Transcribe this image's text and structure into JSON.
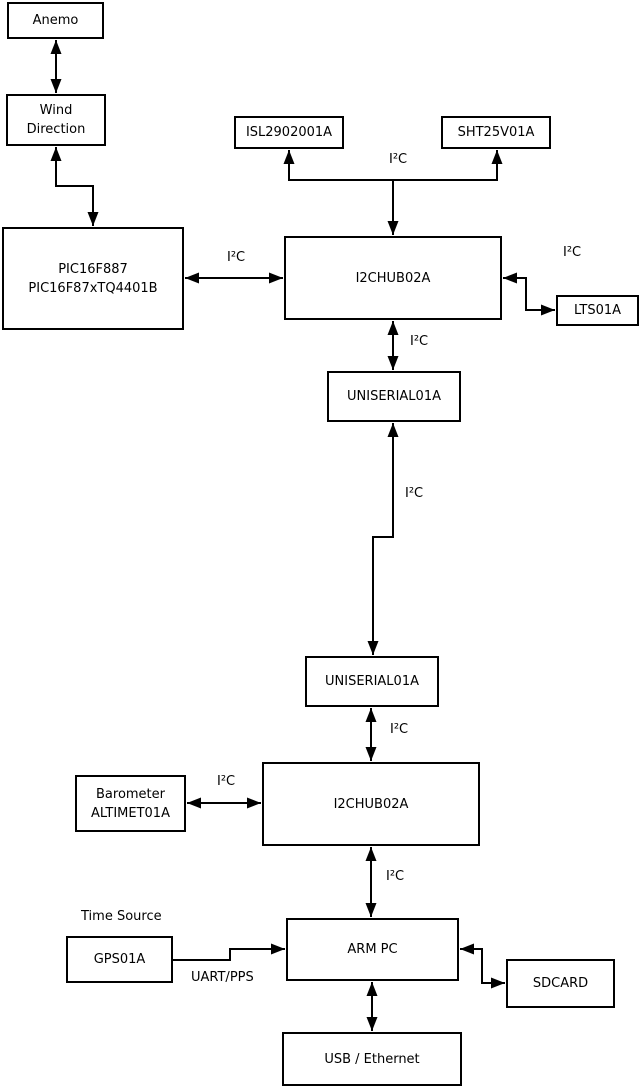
{
  "diagram": {
    "colors": {
      "line": "#000000",
      "background": "#ffffff",
      "box_fill": "#ffffff",
      "text": "#000000"
    },
    "nodes": {
      "anemo": {
        "label": "Anemo"
      },
      "wind_direction": {
        "line1": "Wind",
        "line2": "Direction"
      },
      "pic": {
        "line1": "PIC16F887",
        "line2": "PIC16F87xTQ4401B"
      },
      "isl2902001a": {
        "label": "ISL2902001A"
      },
      "sht25v01a": {
        "label": "SHT25V01A"
      },
      "i2chub_upper": {
        "label": "I2CHUB02A"
      },
      "lts01a": {
        "label": "LTS01A"
      },
      "uniserial_upper": {
        "label": "UNISERIAL01A"
      },
      "uniserial_lower": {
        "label": "UNISERIAL01A"
      },
      "barometer": {
        "line1": "Barometer",
        "line2": "ALTIMET01A"
      },
      "i2chub_lower": {
        "label": "I2CHUB02A"
      },
      "gps01a": {
        "label": "GPS01A"
      },
      "arm_pc": {
        "label": "ARM PC"
      },
      "sdcard": {
        "label": "SDCARD"
      },
      "usb_ethernet": {
        "label": "USB / Ethernet"
      }
    },
    "edge_labels": {
      "i2c_pic_hub": "I²C",
      "i2c_hub_sensors": "I²C",
      "i2c_hub_lts": "I²C",
      "i2c_hub_uniserial": "I²C",
      "i2c_uniserial_link": "I²C",
      "i2c_uniserial_hub2": "I²C",
      "i2c_barometer_hub2": "I²C",
      "i2c_hub2_arm": "I²C",
      "time_source": "Time Source",
      "uart_pps": "UART/PPS"
    }
  }
}
